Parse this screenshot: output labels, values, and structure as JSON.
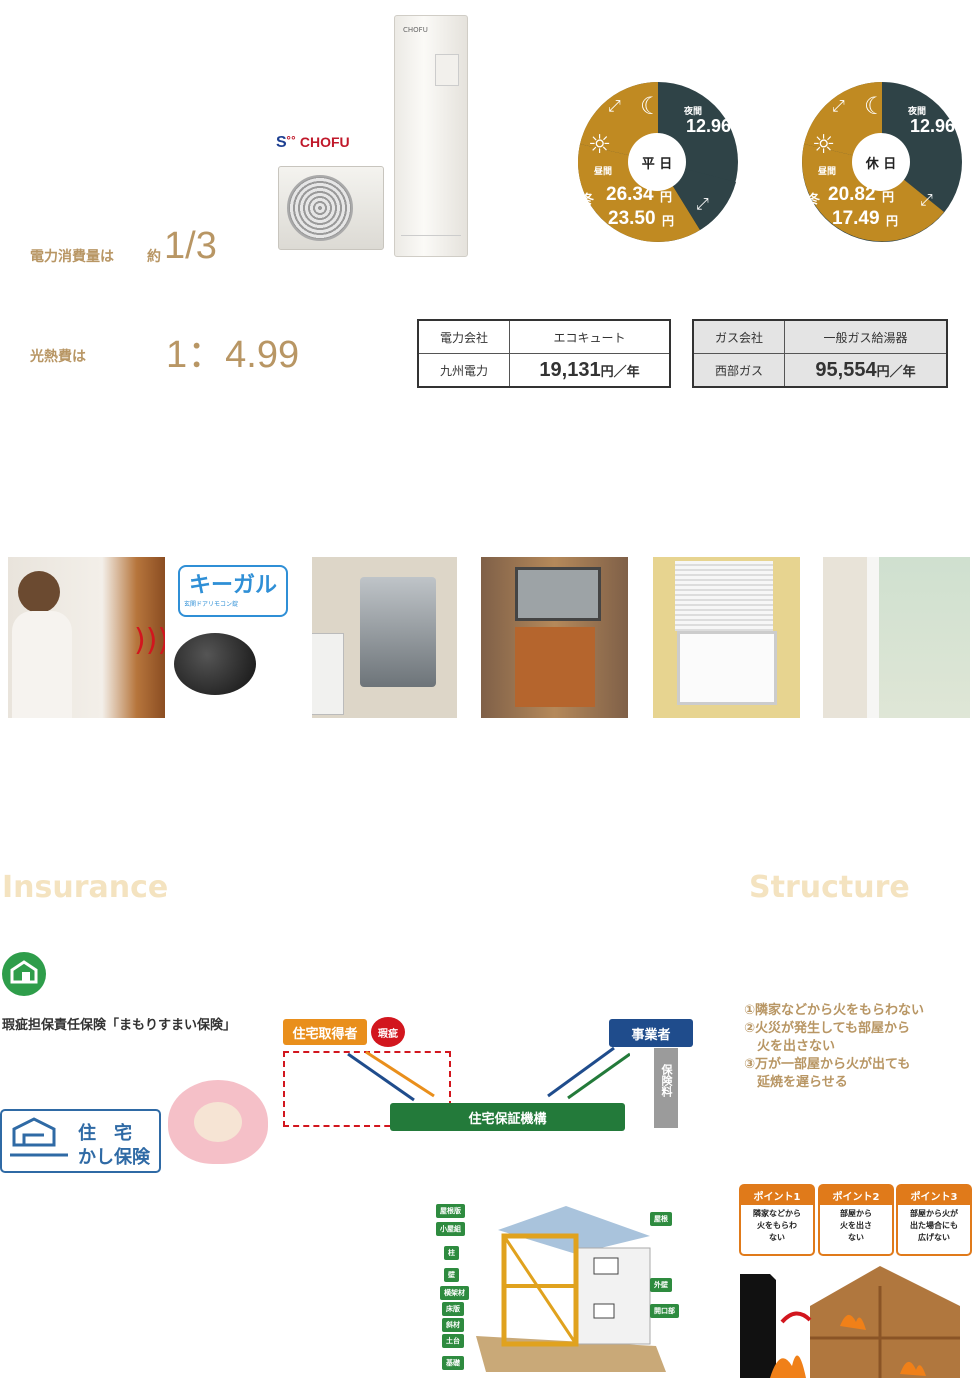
{
  "product": {
    "brand": "CHOFU",
    "tank_label": "CHOFU"
  },
  "energy": {
    "consumption_label": "電力消費量は",
    "consumption_prefix": "約",
    "consumption_value": "1/3",
    "cost_label": "光熱費は",
    "cost_ratio": "1：4.99"
  },
  "donuts": [
    {
      "center": "平 日",
      "night_label": "夜間",
      "night_value": "12.96",
      "day_label": "昼間",
      "day_winter_prefix": "冬",
      "day_winter_value": "26.34",
      "day_winter_unit": "円",
      "day_other_value": "23.50",
      "day_other_unit": "円"
    },
    {
      "center": "休 日",
      "night_label": "夜間",
      "night_value": "12.96",
      "day_label": "昼間",
      "day_winter_prefix": "冬",
      "day_winter_value": "20.82",
      "day_winter_unit": "円",
      "day_other_value": "17.49",
      "day_other_unit": "円"
    }
  ],
  "colors": {
    "gold": "#b89664",
    "slate": "#2f4347",
    "ochre": "#c08a22",
    "orange": "#e98f1c",
    "green": "#237a3a",
    "navy": "#1f4c8c"
  },
  "table_electric": {
    "h1": "電力会社",
    "h2": "エコキュート",
    "c1": "九州電力",
    "value": "19,131",
    "unit": "円／年"
  },
  "table_gas": {
    "h1": "ガス会社",
    "h2": "一般ガス給湯器",
    "c1": "西部ガス",
    "value": "95,554",
    "unit": "円／年"
  },
  "photos": {
    "keygal_logo": "キーガル",
    "keygal_sub": "玄関ドアリモコン錠"
  },
  "insurance": {
    "heading": "Insurance",
    "title": "瑕疵担保責任保険「まもりすまい保険」",
    "logo_line1": "住　宅",
    "logo_line2": "かし保険",
    "buyer": "住宅取得者",
    "defect": "瑕疵",
    "business": "事業者",
    "fee": "保険料",
    "org": "住宅保証機構"
  },
  "structure": {
    "heading": "Structure",
    "points_text": [
      "①隣家などから火をもらわない",
      "②火災が発生しても部屋から",
      "　火を出さない",
      "③万が一部屋から火が出ても",
      "　延焼を遅らせる"
    ],
    "tags_left": [
      "屋根版",
      "小屋組",
      "柱",
      "壁",
      "横架材",
      "床版",
      "斜材",
      "土台",
      "基礎"
    ],
    "tags_right": [
      "屋根",
      "外壁",
      "開口部"
    ],
    "points": [
      {
        "h": "ポイント1",
        "b1": "隣家などから",
        "b2": "火をもらわ",
        "b3": "ない"
      },
      {
        "h": "ポイント2",
        "b1": "部屋から",
        "b2": "火を出さ",
        "b3": "ない"
      },
      {
        "h": "ポイント3",
        "b1": "部屋から火が",
        "b2": "出た場合にも",
        "b3": "広げない"
      }
    ]
  }
}
